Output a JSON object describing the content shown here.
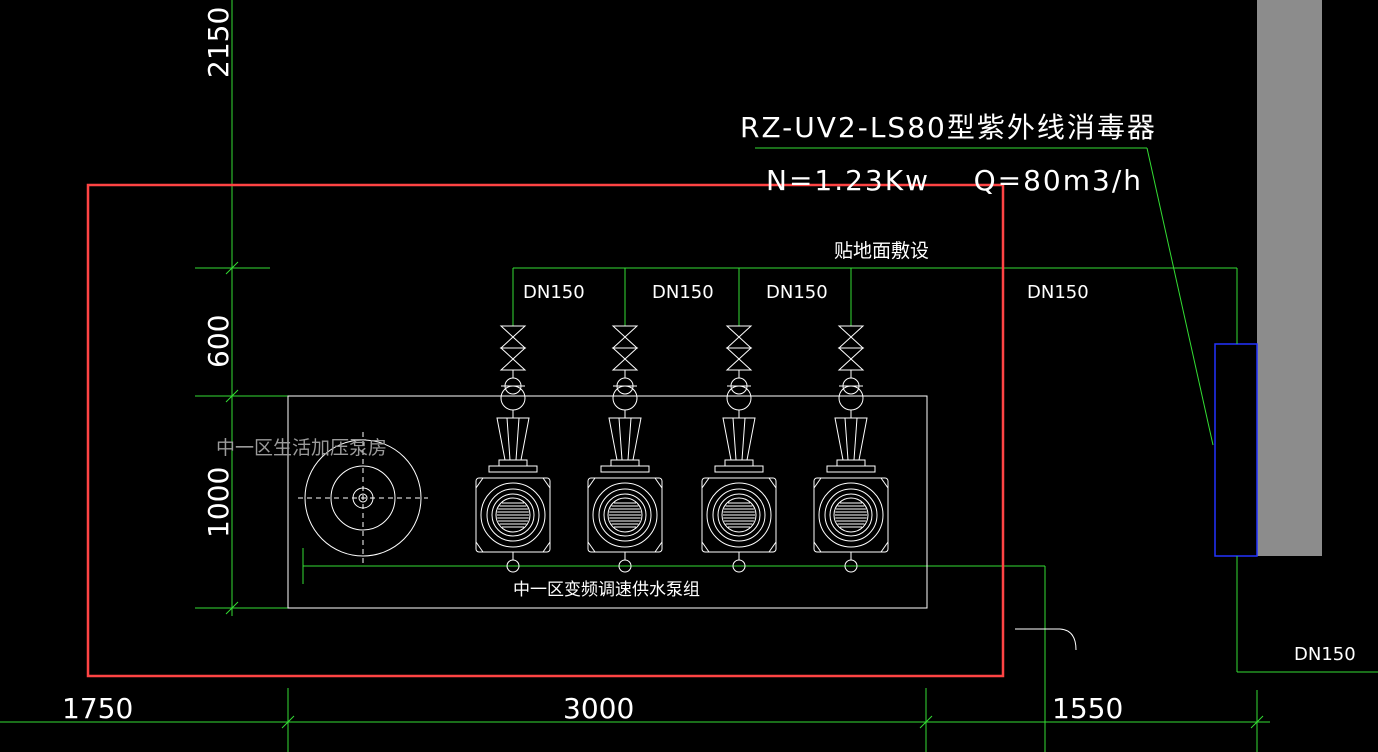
{
  "equipment": {
    "model_label": "RZ-UV2-LS80型紫外线消毒器",
    "spec_label": "N=1.23Kw    Q=80m3/h"
  },
  "notes": {
    "floor_laying": "贴地面敷设",
    "pump_room": "中一区生活加压泵房",
    "pump_group": "中一区变频调速供水泵组"
  },
  "pipes": {
    "branch_labels": [
      "DN150",
      "DN150",
      "DN150"
    ],
    "main_label": "DN150",
    "outlet_label": "DN150"
  },
  "dimensions": {
    "vertical": [
      "2150",
      "600",
      "1000"
    ],
    "horizontal": [
      "1750",
      "3000",
      "1550"
    ]
  },
  "colors": {
    "background": "#000000",
    "line_green": "#33dd33",
    "line_white": "#ffffff",
    "highlight_red": "#ff4444",
    "device_blue": "#2233ff",
    "wall_gray": "#8c8c8c"
  }
}
